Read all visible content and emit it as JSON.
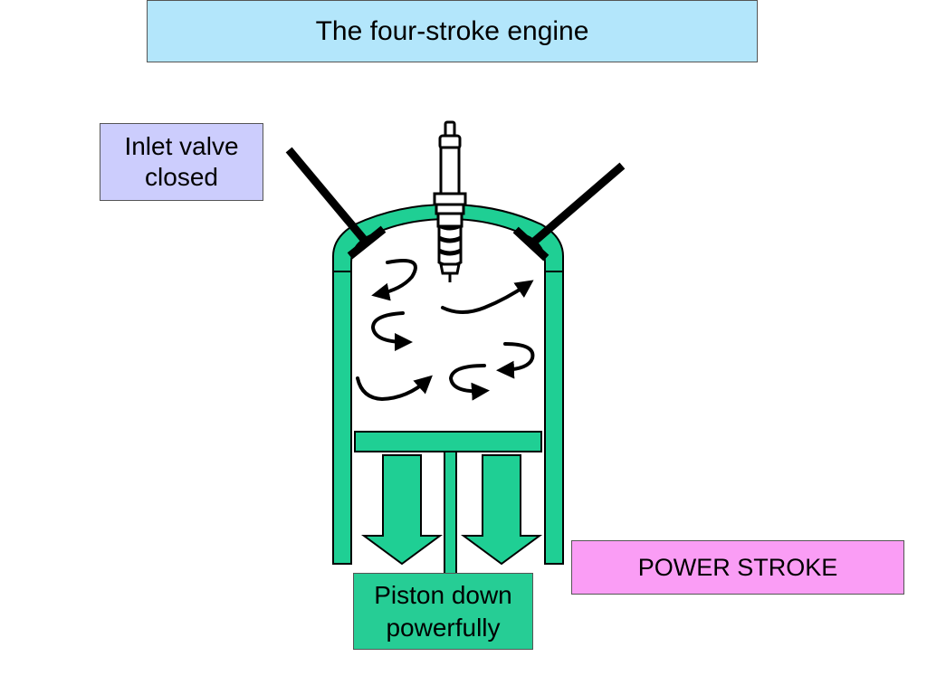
{
  "title": "The four-stroke engine",
  "inlet_label": {
    "line1": "Inlet valve",
    "line2": "closed"
  },
  "stroke_label": "POWER STROKE",
  "piston_label": {
    "line1": "Piston down",
    "line2": "powerfully"
  },
  "colors": {
    "cylinder": "#1fcf94",
    "title_bg": "#b3e6fb",
    "inlet_bg": "#cccdfd",
    "stroke_bg": "#fa9df5",
    "piston_label_bg": "#26cd95",
    "outline": "#000000"
  },
  "icons": [
    "spark-plug-icon",
    "swirl-arrow-icon",
    "down-arrow-icon"
  ]
}
